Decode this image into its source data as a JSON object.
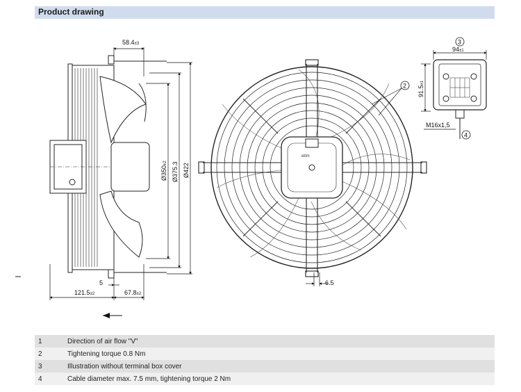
{
  "header": {
    "title": "Product drawing"
  },
  "dimensions": {
    "top_offset": "58.4",
    "top_offset_tol": "±3",
    "d_inner": "Ø350",
    "d_inner_tol": "±2",
    "d_mid": "Ø375.3",
    "d_outer": "Ø422",
    "left_depth": "121.5",
    "left_depth_tol": "±2",
    "right_depth": "67.8",
    "right_depth_tol": "±2",
    "small_gap": "5",
    "mount_gap": "6.5",
    "box_width": "94",
    "box_width_tol": "±1",
    "box_height": "91.5",
    "box_height_tol": "±1",
    "cable_gland": "M16x1,5"
  },
  "callouts": {
    "c2": "2",
    "c3": "3",
    "c4": "4"
  },
  "notes": [
    {
      "num": "1",
      "text": "Direction of air flow \"V\""
    },
    {
      "num": "2",
      "text": "Tightening torque 0.8 Nm"
    },
    {
      "num": "3",
      "text": "Illustration without terminal box cover"
    },
    {
      "num": "4",
      "text": "Cable diameter max. 7.5 mm, tightening torque 2 Nm"
    }
  ]
}
